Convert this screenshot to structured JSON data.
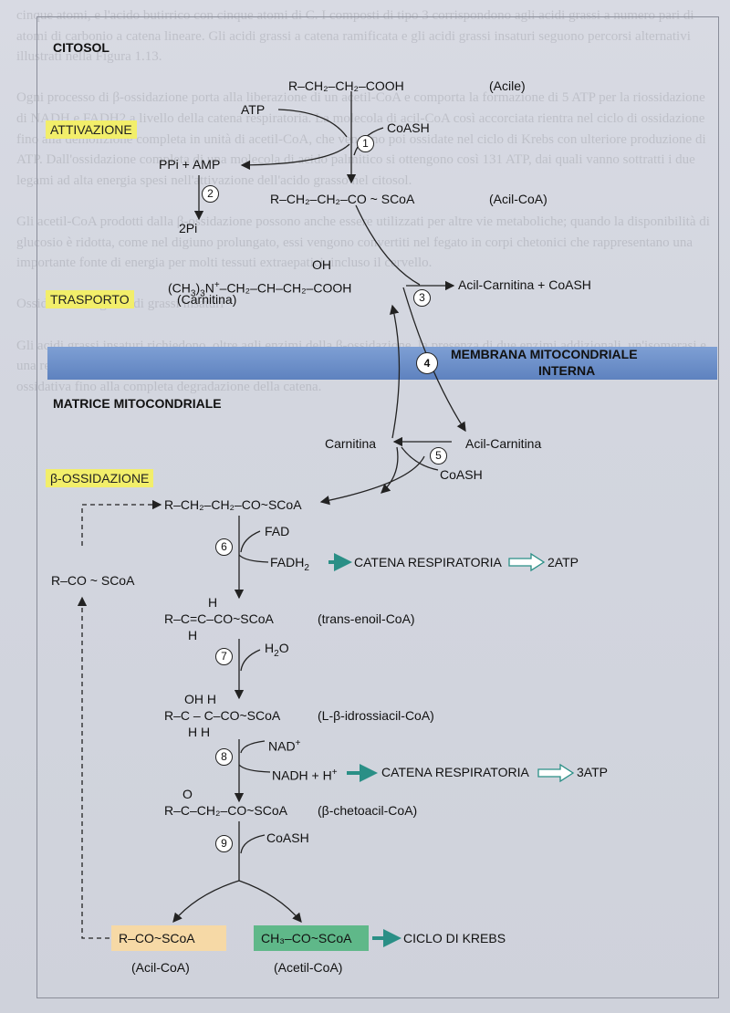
{
  "background_text": "cinque atomi, e l'acido butirrico con cinque atomi di C. I composti di tipo 3 corrispondono agli acidi grassi a numero pari di atomi di carbonio a catena lineare. Gli acidi grassi a catena ramificata e gli acidi grassi insaturi seguono percorsi alternativi illustrati nella Figura 1.13.\n\nOgni processo di β-ossidazione porta alla liberazione di un acetil-CoA e comporta la formazione di 5 ATP per la riossidazione di NADH e FADH2 a livello della catena respiratoria. La molecola di acil-CoA così accorciata rientra nel ciclo di ossidazione fino alla demolizione completa in unità di acetil-CoA, che vengono poi ossidate nel ciclo di Krebs con ulteriore produzione di ATP. Dall'ossidazione completa di una molecola di acido palmitico si ottengono così 131 ATP, dai quali vanno sottratti i due legami ad alta energia spesi nell'attivazione dell'acido grasso nel citosol.\n\nGli acetil-CoA prodotti dalla β-ossidazione possono anche essere utilizzati per altre vie metaboliche; quando la disponibilità di glucosio è ridotta, come nel digiuno prolungato, essi vengono convertiti nel fegato in corpi chetonici che rappresentano una importante fonte di energia per molti tessuti extraepatici, incluso il cervello.\n\nOssidazione degli acidi grassi insaturi\n\nGli acidi grassi insaturi richiedono, oltre agli enzimi della β-ossidazione, la presenza di due enzimi addizionali, un'isomerasi e una reduttasi, che trasformano i doppi legami cis in configurazione trans, permettendo così la prosecuzione della sequenza ossidativa fino alla completa degradazione della catena.",
  "labels": {
    "citosol": "CITOSOL",
    "attivazione": "ATTIVAZIONE",
    "trasporto": "TRASPORTO",
    "membrana_1": "MEMBRANA MITOCONDRIALE",
    "membrana_2": "INTERNA",
    "matrice": "MATRICE MITOCONDRIALE",
    "beta_ossidazione": "β-OSSIDAZIONE"
  },
  "steps": [
    "1",
    "2",
    "3",
    "4",
    "5",
    "6",
    "7",
    "8",
    "9"
  ],
  "activation": {
    "acile_formula": "R–CH₂–CH₂–COOH",
    "acile_name": "(Acile)",
    "atp": "ATP",
    "coash": "CoASH",
    "ppi_amp": "PPi + AMP",
    "two_pi": "2Pi",
    "acilcoa_formula": "R–CH₂–CH₂–CO ~ SCoA",
    "acilcoa_name": "(Acil-CoA)"
  },
  "transport": {
    "oh": "OH",
    "carnitine_formula_a": "(CH",
    "carnitine_sub3a": "3",
    "carnitine_formula_b": ")",
    "carnitine_sub3b": "3",
    "carnitine_formula_c": "N",
    "carnitine_sup": "+",
    "carnitine_formula_d": "–CH₂–CH–CH₂–COOH",
    "carnitine_name": "(Carnitina)",
    "acil_carnitina_coash": "Acil-Carnitina + CoASH"
  },
  "matrix": {
    "carnitina": "Carnitina",
    "acil_carnitina": "Acil-Carnitina",
    "coash": "CoASH"
  },
  "beta": {
    "acilcoa_formula": "R–CH₂–CH₂–CO~SCoA",
    "fad": "FAD",
    "fadh_a": "FADH",
    "fadh_sub": "2",
    "catena_1": "CATENA RESPIRATORIA",
    "atp_1": "2ATP",
    "recycle_formula": "R–CO ~ SCoA",
    "enoil_h_top": "H",
    "enoil_formula": "R–C=C–CO~SCoA",
    "enoil_h_bottom": "H",
    "enoil_name": "(trans-enoil-CoA)",
    "h2o_a": "H",
    "h2o_sub": "2",
    "h2o_b": "O",
    "hydroxy_top": "OH H",
    "hydroxy_formula": "R–C – C–CO~SCoA",
    "hydroxy_bottom": "H  H",
    "hydroxy_name": "(L-β-idrossiacil-CoA)",
    "nad_a": "NAD",
    "nad_sup": "+",
    "nadh_a": "NADH + H",
    "nadh_sup": "+",
    "catena_2": "CATENA RESPIRATORIA",
    "atp_2": "3ATP",
    "keto_o": "O",
    "keto_formula": "R–C–CH₂–CO~SCoA",
    "keto_name": "(β-chetoacil-CoA)",
    "coash": "CoASH",
    "product_acil_formula": "R–CO~SCoA",
    "product_acil_name": "(Acil-CoA)",
    "product_acetil_formula": "CH₃–CO~SCoA",
    "product_acetil_name": "(Acetil-CoA)",
    "krebs": "CICLO DI KREBS"
  },
  "colors": {
    "tag_yellow": "#f2ee6a",
    "membrane_blue": "#6a8cc8",
    "acil_box": "#f6d9a6",
    "acetil_box": "#5fb889",
    "teal_arrow": "#2a8f86"
  }
}
